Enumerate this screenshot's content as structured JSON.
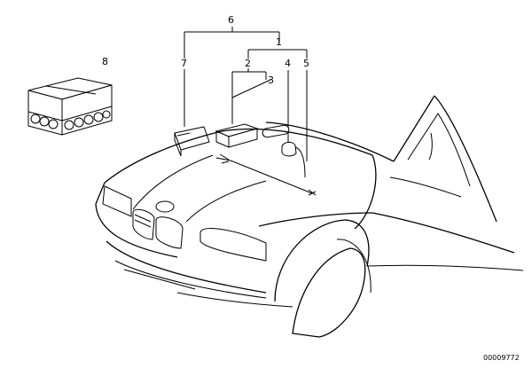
{
  "callouts": {
    "c1": "1",
    "c2": "2",
    "c3": "3",
    "c4": "4",
    "c5": "5",
    "c6": "6",
    "c7": "7",
    "c8": "8"
  },
  "document_number": "00009772"
}
